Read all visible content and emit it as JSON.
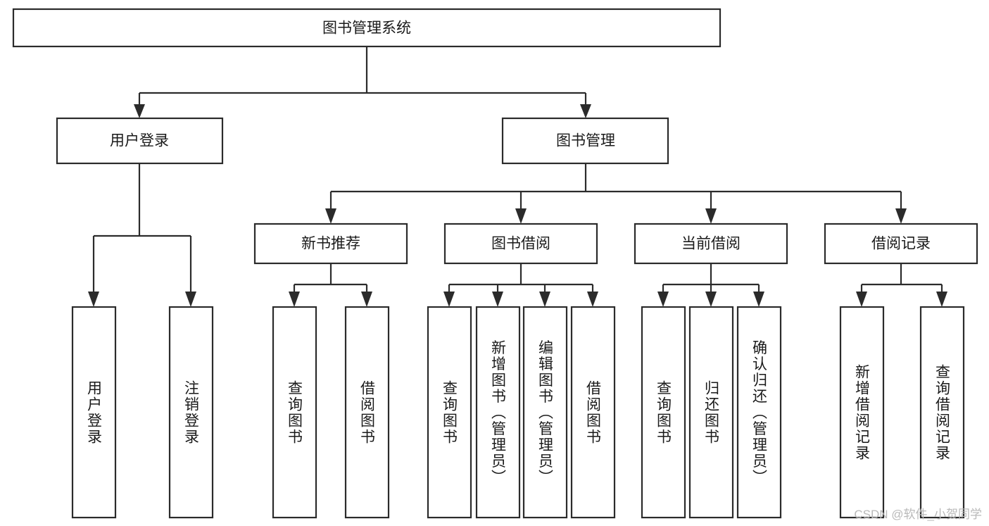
{
  "diagram": {
    "title": "图书管理系统",
    "type": "tree-hierarchy-chart",
    "colors": {
      "box_stroke": "#2b2b2b",
      "box_fill": "#ffffff",
      "text": "#1a1a1a",
      "background": "#ffffff",
      "watermark": "#b9b9b9"
    },
    "root": {
      "label": "图书管理系统",
      "orientation": "horizontal"
    },
    "level2": [
      {
        "id": "user-login",
        "label": "用户登录",
        "orientation": "horizontal"
      },
      {
        "id": "book-management",
        "label": "图书管理",
        "orientation": "horizontal"
      }
    ],
    "level3": [
      {
        "id": "new-book-recommend",
        "label": "新书推荐",
        "orientation": "horizontal",
        "parent": "book-management"
      },
      {
        "id": "book-borrow",
        "label": "图书借阅",
        "orientation": "horizontal",
        "parent": "book-management"
      },
      {
        "id": "current-borrow",
        "label": "当前借阅",
        "orientation": "horizontal",
        "parent": "book-management"
      },
      {
        "id": "borrow-record",
        "label": "借阅记录",
        "orientation": "horizontal",
        "parent": "book-management"
      }
    ],
    "leaves": {
      "user-login": [
        {
          "id": "leaf-user-login",
          "label": "用户登录"
        },
        {
          "id": "leaf-user-logout",
          "label": "注销登录"
        }
      ],
      "new-book-recommend": [
        {
          "id": "leaf-query-book-1",
          "label": "查询图书"
        },
        {
          "id": "leaf-borrow-book-1",
          "label": "借阅图书"
        }
      ],
      "book-borrow": [
        {
          "id": "leaf-query-book-2",
          "label": "查询图书"
        },
        {
          "id": "leaf-add-book",
          "label": "新增图书（管理员）"
        },
        {
          "id": "leaf-edit-book",
          "label": "编辑图书（管理员）"
        },
        {
          "id": "leaf-borrow-book-2",
          "label": "借阅图书"
        }
      ],
      "current-borrow": [
        {
          "id": "leaf-query-book-3",
          "label": "查询图书"
        },
        {
          "id": "leaf-return-book",
          "label": "归还图书"
        },
        {
          "id": "leaf-confirm-return",
          "label": "确认归还（管理员）"
        }
      ],
      "borrow-record": [
        {
          "id": "leaf-add-record",
          "label": "新增借阅记录"
        },
        {
          "id": "leaf-query-record",
          "label": "查询借阅记录"
        }
      ]
    },
    "watermark": "CSDN @软件_小贺同学"
  }
}
